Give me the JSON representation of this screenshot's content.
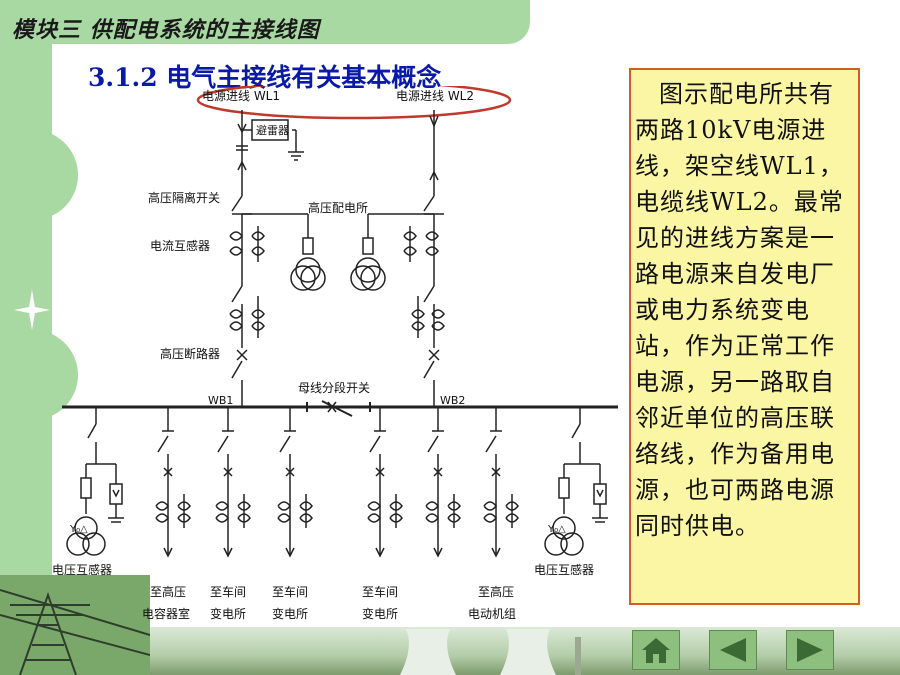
{
  "slide": {
    "header_title": "模块三   供配电系统的主接线图",
    "section_title": "3.1.2 电气主接线有关基本概念",
    "description": "图示配电所共有两路10kV电源进线，架空线WL1，电缆线WL2。最常见的进线方案是一路电源来自发电厂或电力系统变电站，作为正常工作电源，另一路取自邻近单位的高压联络线，作为备用电源，也可两路电源同时供电。"
  },
  "diagram": {
    "labels": {
      "source_wl1": "电源进线 WL1",
      "source_wl2": "电源进线 WL2",
      "arrester": "避雷器",
      "hv_isolator": "高压隔离开关",
      "hv_substation": "高压配电所",
      "current_transformer": "电流互感器",
      "hv_breaker": "高压断路器",
      "bus_section_switch": "母线分段开关",
      "wb1": "WB1",
      "wb2": "WB2",
      "vt_left": "电压互感器",
      "vt_right": "电压互感器",
      "pt_y0": "Y₀",
      "pt_delta": "△",
      "feeder1_l1": "至高压",
      "feeder1_l2": "电容器室",
      "feeder2_l1": "至车间",
      "feeder2_l2": "变电所",
      "feeder3_l1": "至车间",
      "feeder3_l2": "变电所",
      "feeder4_l1": "至车间",
      "feeder4_l2": "变电所",
      "feeder5_l1": "至高压",
      "feeder5_l2": "电动机组"
    }
  },
  "navigation": {
    "home_icon": "home-icon",
    "prev_icon": "triangle-left-icon",
    "next_icon": "triangle-right-icon"
  },
  "colors": {
    "accent_green": "#a9d9a3",
    "title_blue": "#0a1aa8",
    "box_fill": "#fbf6a4",
    "box_border": "#d85a26",
    "highlight_ellipse": "#c0392b"
  }
}
